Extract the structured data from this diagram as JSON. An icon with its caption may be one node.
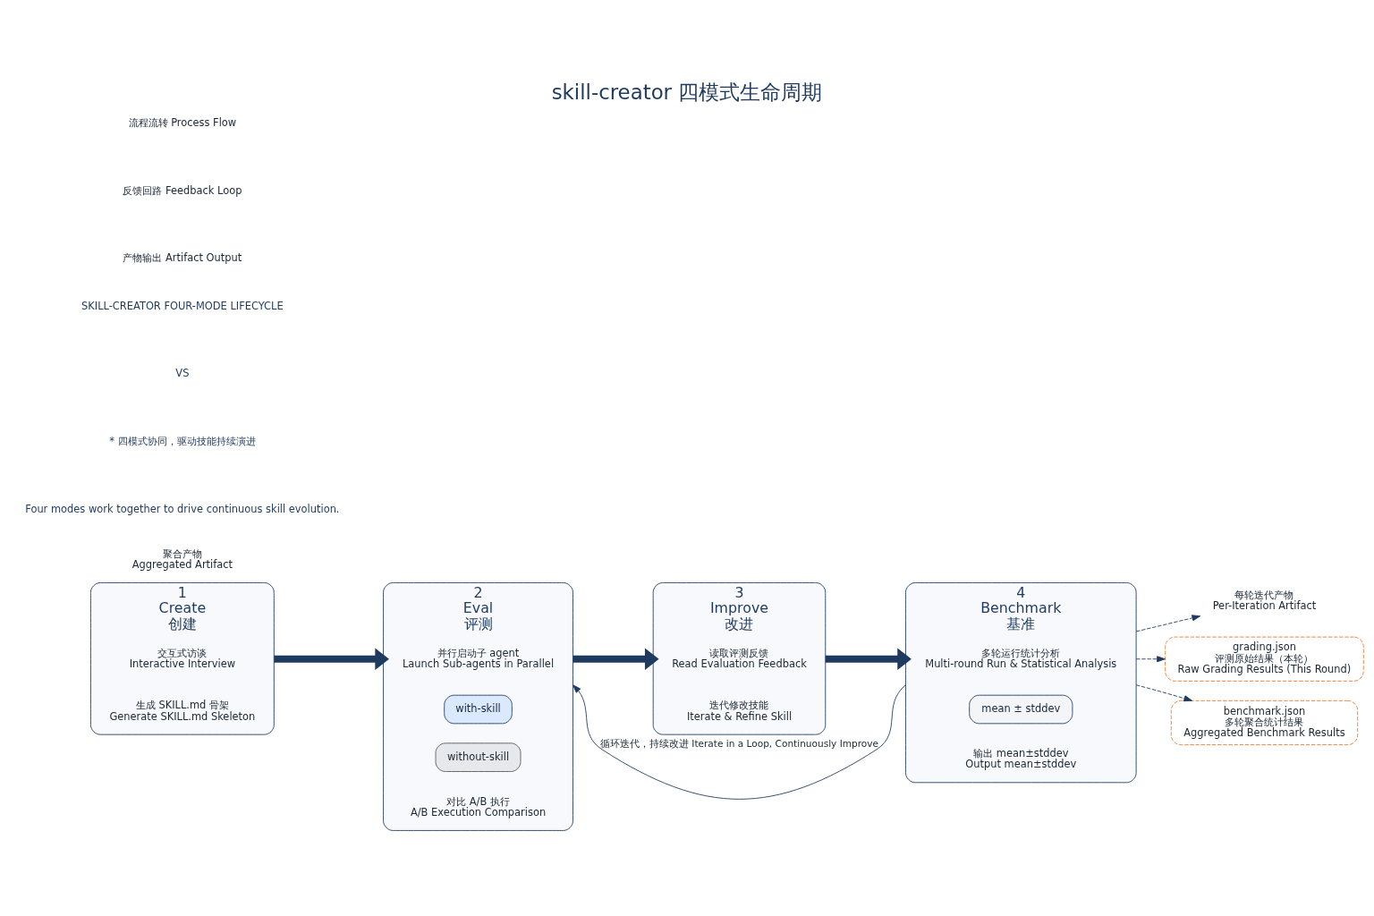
{
  "diagram": {
    "title": "skill-creator 四模式生命周期",
    "nodes": [
      {
        "text": [
          "1",
          "Create",
          "创建"
        ]
      },
      {
        "text": [
          "交互式访谈",
          "Interactive Interview"
        ],
        "in": 0
      },
      {
        "text": [
          "生成 SKILL.md 骨架",
          "Generate SKILL.md Skeleton"
        ],
        "in": 0
      },
      {
        "text": [
          "2",
          "Eval",
          "评测"
        ]
      },
      {
        "text": [
          "并行启动子 agent",
          "Launch Sub-agents in Parallel"
        ],
        "in": 3
      },
      {
        "text": [
          "with-skill"
        ],
        "in": 3
      },
      {
        "text": [
          "without-skill"
        ],
        "in": 3
      },
      {
        "text": [
          "对比 A/B 执行",
          "A/B Execution Comparison"
        ],
        "in": 3
      },
      {
        "text": [
          "3",
          "Improve",
          "改进"
        ]
      },
      {
        "text": [
          "读取评测反馈",
          "Read Evaluation Feedback"
        ],
        "in": 8
      },
      {
        "text": [
          "迭代修改技能",
          "Iterate & Refine Skill"
        ],
        "in": 8
      },
      {
        "text": [
          "4",
          "Benchmark",
          "基准"
        ]
      },
      {
        "text": [
          "多轮运行统计分析",
          "Multi-round Run & Statistical Analysis"
        ],
        "in": 11
      },
      {
        "text": [
          "mean ± stddev"
        ],
        "in": 11
      },
      {
        "text": [
          "输出 mean±stddev",
          "Output mean±stddev"
        ],
        "in": 11
      },
      {
        "text": [
          "每轮迭代产物",
          "Per-Iteration Artifact"
        ]
      },
      {
        "text": [
          "grading.json",
          "评测原始结果（本轮）",
          "Raw Grading Results (This Round)"
        ]
      },
      {
        "text": [
          "聚合产物",
          "Aggregated Artifact"
        ]
      },
      {
        "text": [
          "benchmark.json",
          "多轮聚合统计结果",
          "Aggregated Benchmark Results"
        ]
      }
    ],
    "edges": [
      {
        "from": 0,
        "to": 3,
        "arrow": "to",
        "style": "thick"
      },
      {
        "from": 3,
        "to": 8,
        "arrow": "to",
        "style": "thick"
      },
      {
        "from": 8,
        "to": 11,
        "arrow": "to",
        "style": "thick"
      },
      {
        "from": 11,
        "to": 3,
        "arrow": "to",
        "label": "循环迭代，持续改进 Iterate in a Loop, Continuously Improve"
      },
      {
        "from": 11,
        "to": 15,
        "arrow": "to",
        "style": "dashed"
      },
      {
        "from": 11,
        "to": 16,
        "arrow": "to",
        "style": "dashed"
      },
      {
        "from": 11,
        "to": 18,
        "arrow": "to",
        "style": "dashed"
      }
    ],
    "labels": [
      "SKILL-CREATOR FOUR-MODE LIFECYCLE",
      "VS",
      "* 四模式协同，驱动技能持续演进",
      "Four modes work together to drive continuous skill evolution."
    ],
    "legend": [
      {
        "text": "流程流转 Process Flow"
      },
      {
        "text": "反馈回路 Feedback Loop"
      },
      {
        "text": "产物输出 Artifact Output"
      }
    ]
  }
}
